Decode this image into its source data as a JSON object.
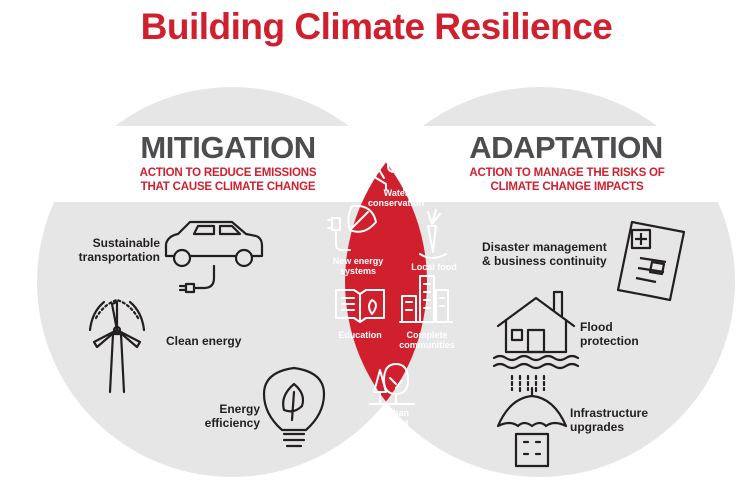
{
  "title": "Building Climate Resilience",
  "colors": {
    "red": "#d0202e",
    "gray": "#e6e6e7",
    "dark": "#231f20"
  },
  "mitigation": {
    "heading": "MITIGATION",
    "sub_line1": "ACTION TO REDUCE EMISSIONS",
    "sub_line2": "THAT CAUSE CLIMATE CHANGE",
    "items": [
      {
        "label_line1": "Sustainable",
        "label_line2": "transportation",
        "icon": "car-icon"
      },
      {
        "label_line1": "Clean energy",
        "label_line2": "",
        "icon": "wind-turbine-icon"
      },
      {
        "label_line1": "Energy",
        "label_line2": "efficiency",
        "icon": "lightbulb-icon"
      }
    ]
  },
  "adaptation": {
    "heading": "ADAPTATION",
    "sub_line1": "ACTION TO MANAGE THE RISKS OF",
    "sub_line2": "CLIMATE CHANGE IMPACTS",
    "items": [
      {
        "label_line1": "Disaster management",
        "label_line2": "& business continuity",
        "icon": "document-icon"
      },
      {
        "label_line1": "Flood",
        "label_line2": "protection",
        "icon": "house-icon"
      },
      {
        "label_line1": "Infrastructure",
        "label_line2": "upgrades",
        "icon": "umbrella-icon"
      }
    ]
  },
  "overlap": {
    "items": [
      {
        "label_line1": "Water",
        "label_line2": "conservation",
        "icon": "water-hands-icon"
      },
      {
        "label_line1": "New energy",
        "label_line2": "systems",
        "icon": "plug-leaf-icon"
      },
      {
        "label_line1": "Local food",
        "label_line2": "",
        "icon": "carrot-icon"
      },
      {
        "label_line1": "Education",
        "label_line2": "",
        "icon": "book-icon"
      },
      {
        "label_line1": "Complete",
        "label_line2": "communities",
        "icon": "city-icon"
      },
      {
        "label_line1": "Urban",
        "label_line2": "forest",
        "icon": "tree-icon"
      }
    ]
  }
}
